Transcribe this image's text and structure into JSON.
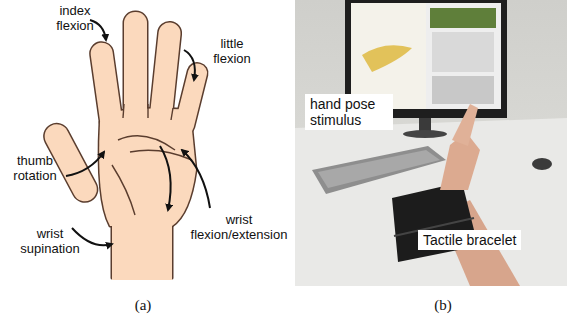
{
  "diagram": {
    "nodes": [
      {
        "text": [
          "hand pose stimulus"
        ]
      },
      {
        "text": [
          "Tactile bracelet"
        ]
      }
    ],
    "labels": [
      "index flexion",
      "little flexion",
      "thumb rotation",
      "wrist flexion/extension",
      "wrist supination",
      "(a)",
      "(b)"
    ]
  }
}
